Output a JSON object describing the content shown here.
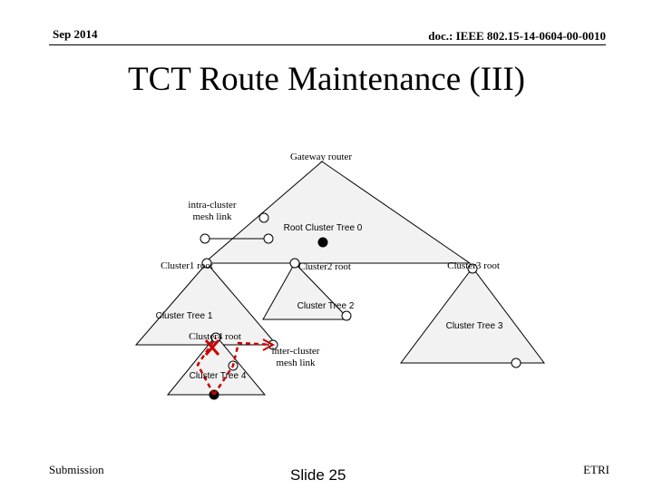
{
  "header": {
    "date": "Sep 2014",
    "doc_id": "doc.: IEEE 802.15-14-0604-00-0010"
  },
  "slide_title": "TCT Route Maintenance (III)",
  "diagram": {
    "gateway_label": "Gateway router",
    "intra_cluster_label_line1": "intra-cluster",
    "intra_cluster_label_line2": "mesh link",
    "root_tree_label": "Root Cluster Tree 0",
    "cluster1_root": "Cluster1 root",
    "cluster2_root": "Cluster2 root",
    "cluster3_root": "Cluster3 root",
    "cluster_tree_1": "Cluster Tree 1",
    "cluster_tree_2": "Cluster Tree 2",
    "cluster_tree_3": "Cluster Tree 3",
    "cluster4_root": "Cluster4 root",
    "inter_cluster_label_line1": "inter-cluster",
    "inter_cluster_label_line2": "mesh link",
    "cluster_tree_4": "Cluster Tree 4",
    "colors": {
      "link_broken": "#cc0000",
      "triangle_fill": "#f2f2f2"
    }
  },
  "footer": {
    "left": "Submission",
    "center": "Slide 25",
    "right": "ETRI"
  }
}
